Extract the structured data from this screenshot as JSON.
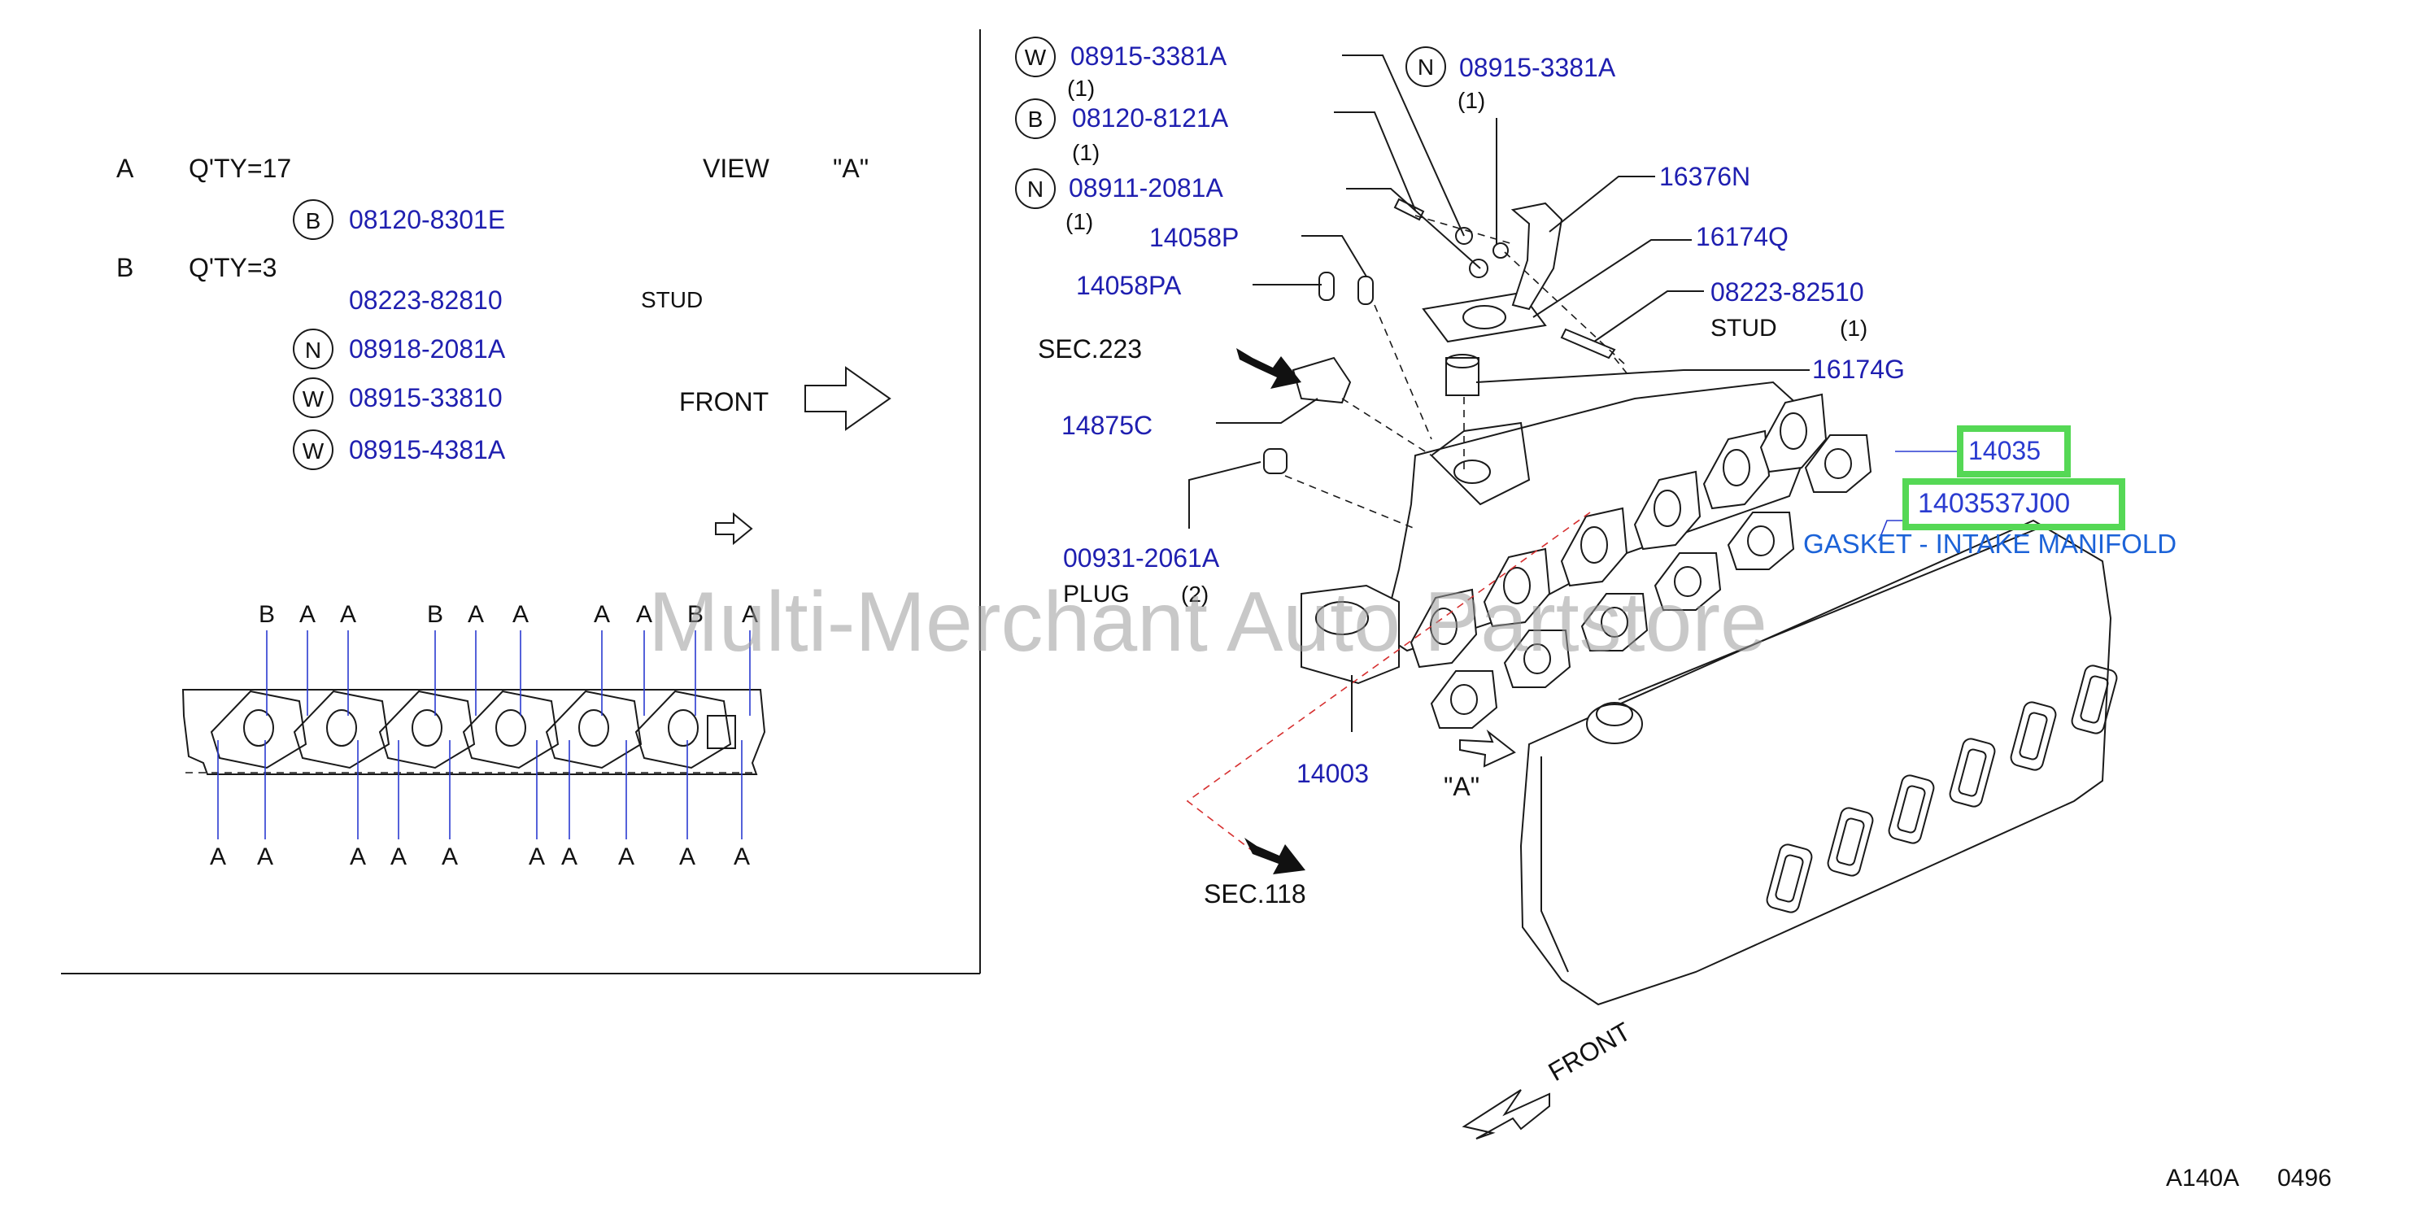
{
  "legend": {
    "a_letter": "A",
    "a_qty": "Q'TY=17",
    "a_items": [
      {
        "badge": "B",
        "part": "08120-8301E"
      }
    ],
    "b_letter": "B",
    "b_qty": "Q'TY=3",
    "b_stud_part": "08223-82810",
    "b_stud_label": "STUD",
    "b_items": [
      {
        "badge": "N",
        "part": "08918-2081A"
      },
      {
        "badge": "W",
        "part": "08915-33810"
      },
      {
        "badge": "W",
        "part": "08915-4381A"
      }
    ],
    "view_label": "VIEW",
    "view_ref": "\"A\"",
    "front_label": "FRONT"
  },
  "bolt_diagram": {
    "top_labels": [
      "B",
      "A",
      "A",
      "B",
      "A",
      "A",
      "A",
      "A",
      "B",
      "A"
    ],
    "bottom_labels": [
      "A",
      "A",
      "A",
      "A",
      "A",
      "A",
      "A",
      "A",
      "A",
      "A"
    ]
  },
  "callouts": {
    "c1_badge": "W",
    "c1_part": "08915-3381A",
    "c1_qty": "(1)",
    "c2_badge": "B",
    "c2_part": "08120-8121A",
    "c2_qty": "(1)",
    "c3_badge": "N",
    "c3_part": "08911-2081A",
    "c3_qty": "(1)",
    "c4_badge": "N",
    "c4_part": "08915-3381A",
    "c4_qty": "(1)",
    "p_14058P": "14058P",
    "p_14058PA": "14058PA",
    "p_16376N": "16376N",
    "p_16174Q": "16174Q",
    "p_08223": "08223-82510",
    "stud_label": "STUD",
    "stud_qty": "(1)",
    "sec223": "SEC.223",
    "p_16174G": "16174G",
    "p_14875C": "14875C",
    "p_14035": "14035",
    "p_14035J": "1403537J00",
    "gasket_desc": "GASKET - INTAKE MANIFOLD",
    "p_00931": "00931-2061A",
    "plug_label": "PLUG",
    "plug_qty": "(2)",
    "p_14003": "14003",
    "view_a": "\"A\"",
    "sec118": "SEC.118",
    "front_label": "FRONT"
  },
  "colors": {
    "highlight_box": "#55d855",
    "part_number": "#1f1fb0",
    "gasket_text": "#1c63d8"
  },
  "watermark": "Multi-Merchant Auto Partstore",
  "footer": {
    "code": "A140A",
    "number": "0496"
  }
}
